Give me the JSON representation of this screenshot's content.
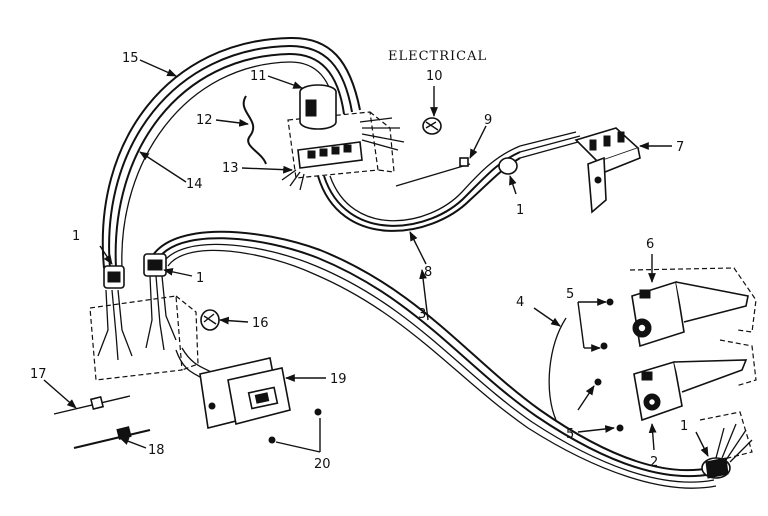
{
  "title": "ELECTRICAL",
  "callouts": [
    "1",
    "2",
    "3",
    "4",
    "5",
    "6",
    "7",
    "8",
    "9",
    "10",
    "11",
    "12",
    "13",
    "14",
    "15",
    "16",
    "17",
    "18",
    "19",
    "20"
  ]
}
